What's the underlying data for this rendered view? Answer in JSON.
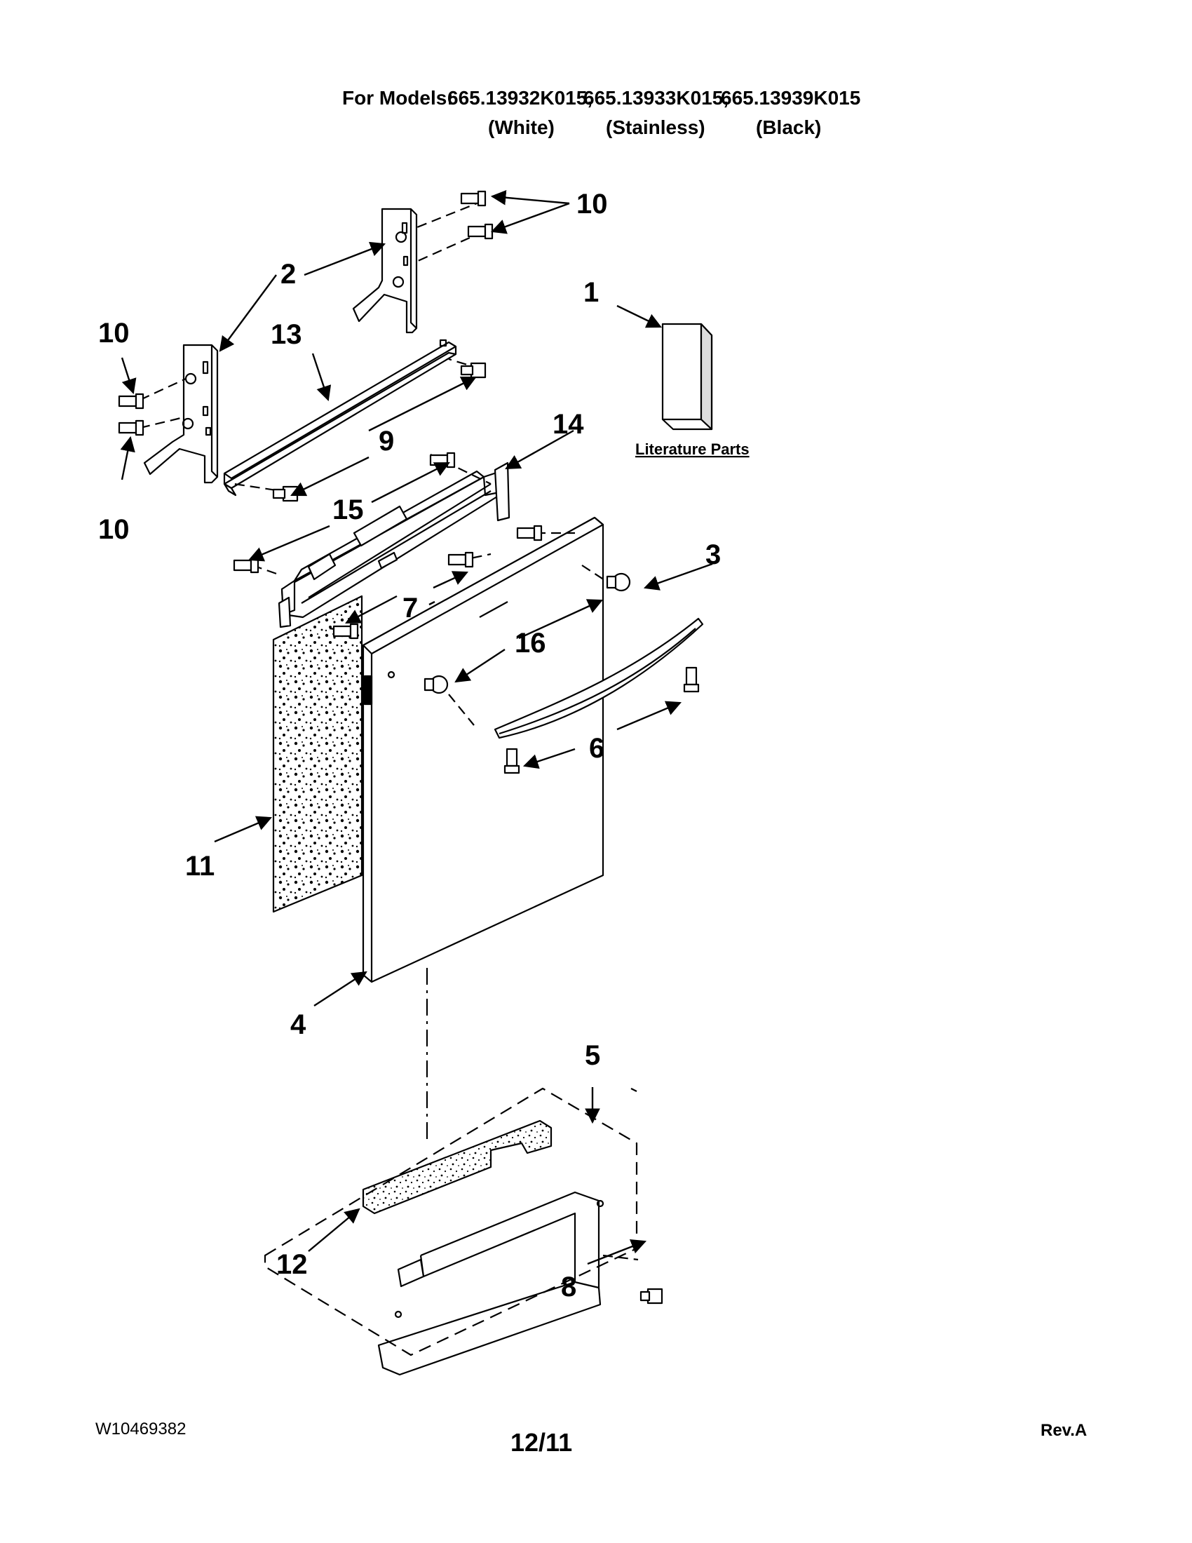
{
  "header": {
    "prefix": "For Models:",
    "models": [
      {
        "number": "665.13932K015,",
        "finish": "(White)"
      },
      {
        "number": "665.13933K015,",
        "finish": "(Stainless)"
      },
      {
        "number": "665.13939K015",
        "finish": "(Black)"
      }
    ]
  },
  "callouts": [
    "1",
    "2",
    "3",
    "4",
    "5",
    "6",
    "7",
    "8",
    "9",
    "10",
    "11",
    "12",
    "13",
    "14",
    "15",
    "16"
  ],
  "literature_label": "Literature Parts",
  "footer": {
    "doc_number": "W10469382",
    "date": "12/11",
    "revision": "Rev.A"
  },
  "colors": {
    "line": "#000000",
    "background": "#ffffff"
  }
}
